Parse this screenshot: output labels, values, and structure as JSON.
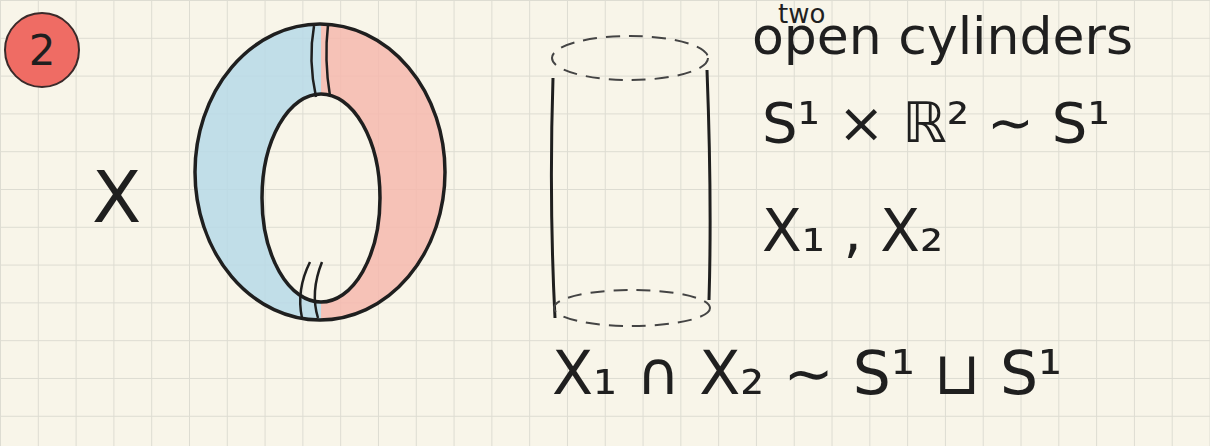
{
  "diagram": {
    "nodes": [
      {
        "text": [
          "2"
        ]
      }
    ],
    "labels": [
      "X",
      "two",
      "open cylinders",
      "S¹ × ℝ² ∼ S¹",
      "X₁ , X₂",
      "X₁ ∩ X₂ ∼ S¹ ⊔ S¹"
    ]
  }
}
